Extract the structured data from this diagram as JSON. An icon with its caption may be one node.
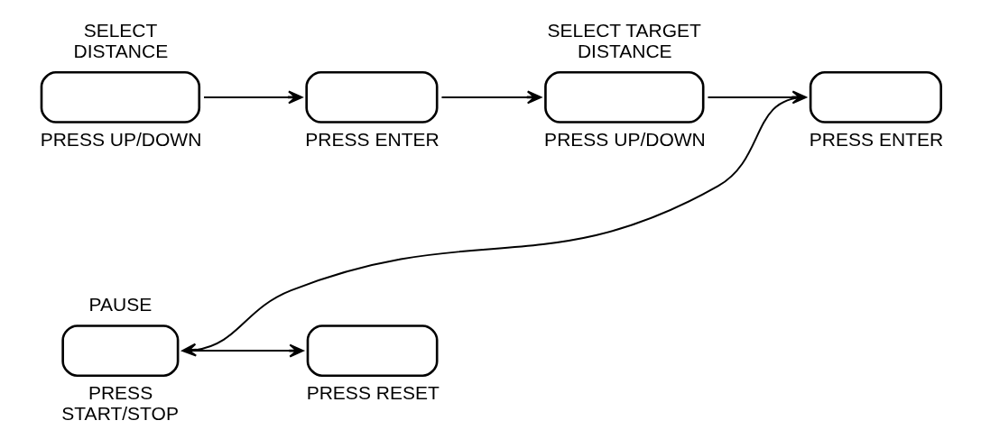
{
  "diagram": {
    "nodes": [
      {
        "text": [
          "SELECT DISTANCE"
        ],
        "beside": [
          "PRESS UP/DOWN"
        ]
      },
      {
        "text": [],
        "shape": "box",
        "beside": [
          "PRESS ENTER"
        ]
      },
      {
        "text": [
          "SELECT TARGET DISTANCE"
        ],
        "beside": [
          "PRESS UP/DOWN"
        ]
      },
      {
        "text": [],
        "shape": "box",
        "beside": [
          "PRESS ENTER"
        ]
      },
      {
        "text": [
          "PAUSE"
        ],
        "beside": [
          "PRESS START/STOP"
        ]
      },
      {
        "text": [],
        "shape": "box",
        "beside": [
          "PRESS RESET"
        ]
      }
    ],
    "edges": [
      {
        "from": 0,
        "to": 1,
        "arrow": "to"
      },
      {
        "from": 1,
        "to": 2,
        "arrow": "to"
      },
      {
        "from": 2,
        "to": 3,
        "arrow": "to"
      },
      {
        "from": 3,
        "to": 4,
        "arrow": "to"
      },
      {
        "from": 4,
        "to": 5,
        "arrow": "to"
      }
    ]
  }
}
